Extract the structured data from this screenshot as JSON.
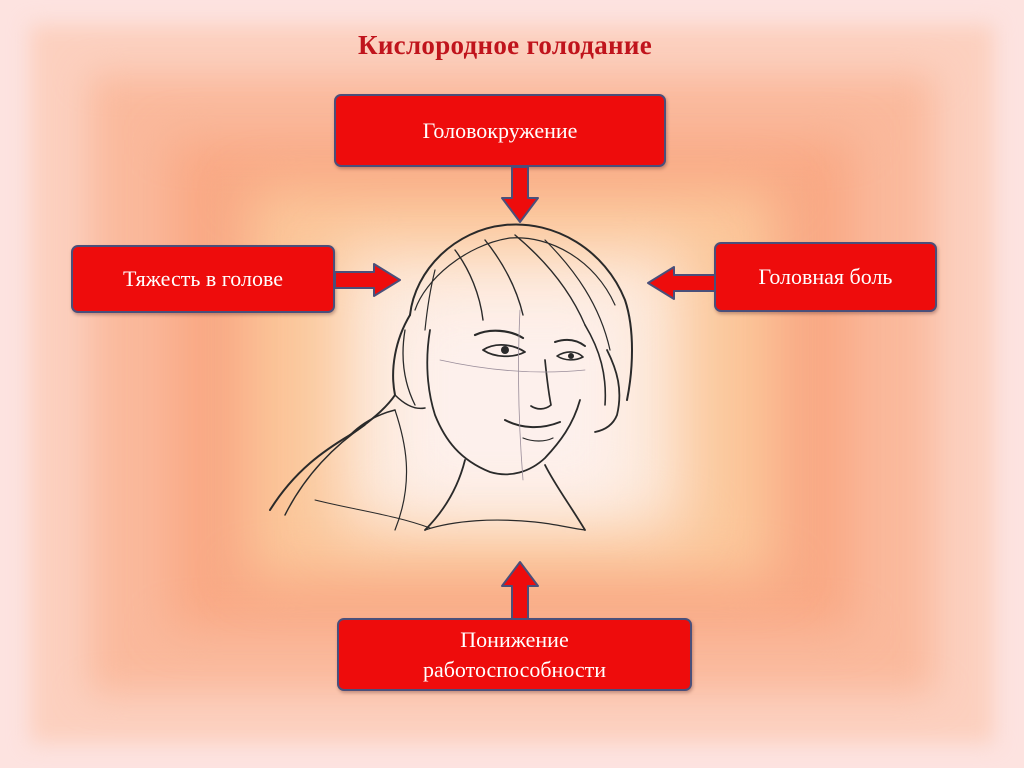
{
  "title": "Кислородное голодание",
  "boxes": {
    "top": "Головокружение",
    "left": "Тяжесть в голове",
    "right": "Головная боль",
    "bottom_line1": "Понижение",
    "bottom_line2": "работоспособности"
  },
  "colors": {
    "box_fill": "#ee0c0c",
    "box_border": "#4a4f7a",
    "title": "#c0141c"
  }
}
